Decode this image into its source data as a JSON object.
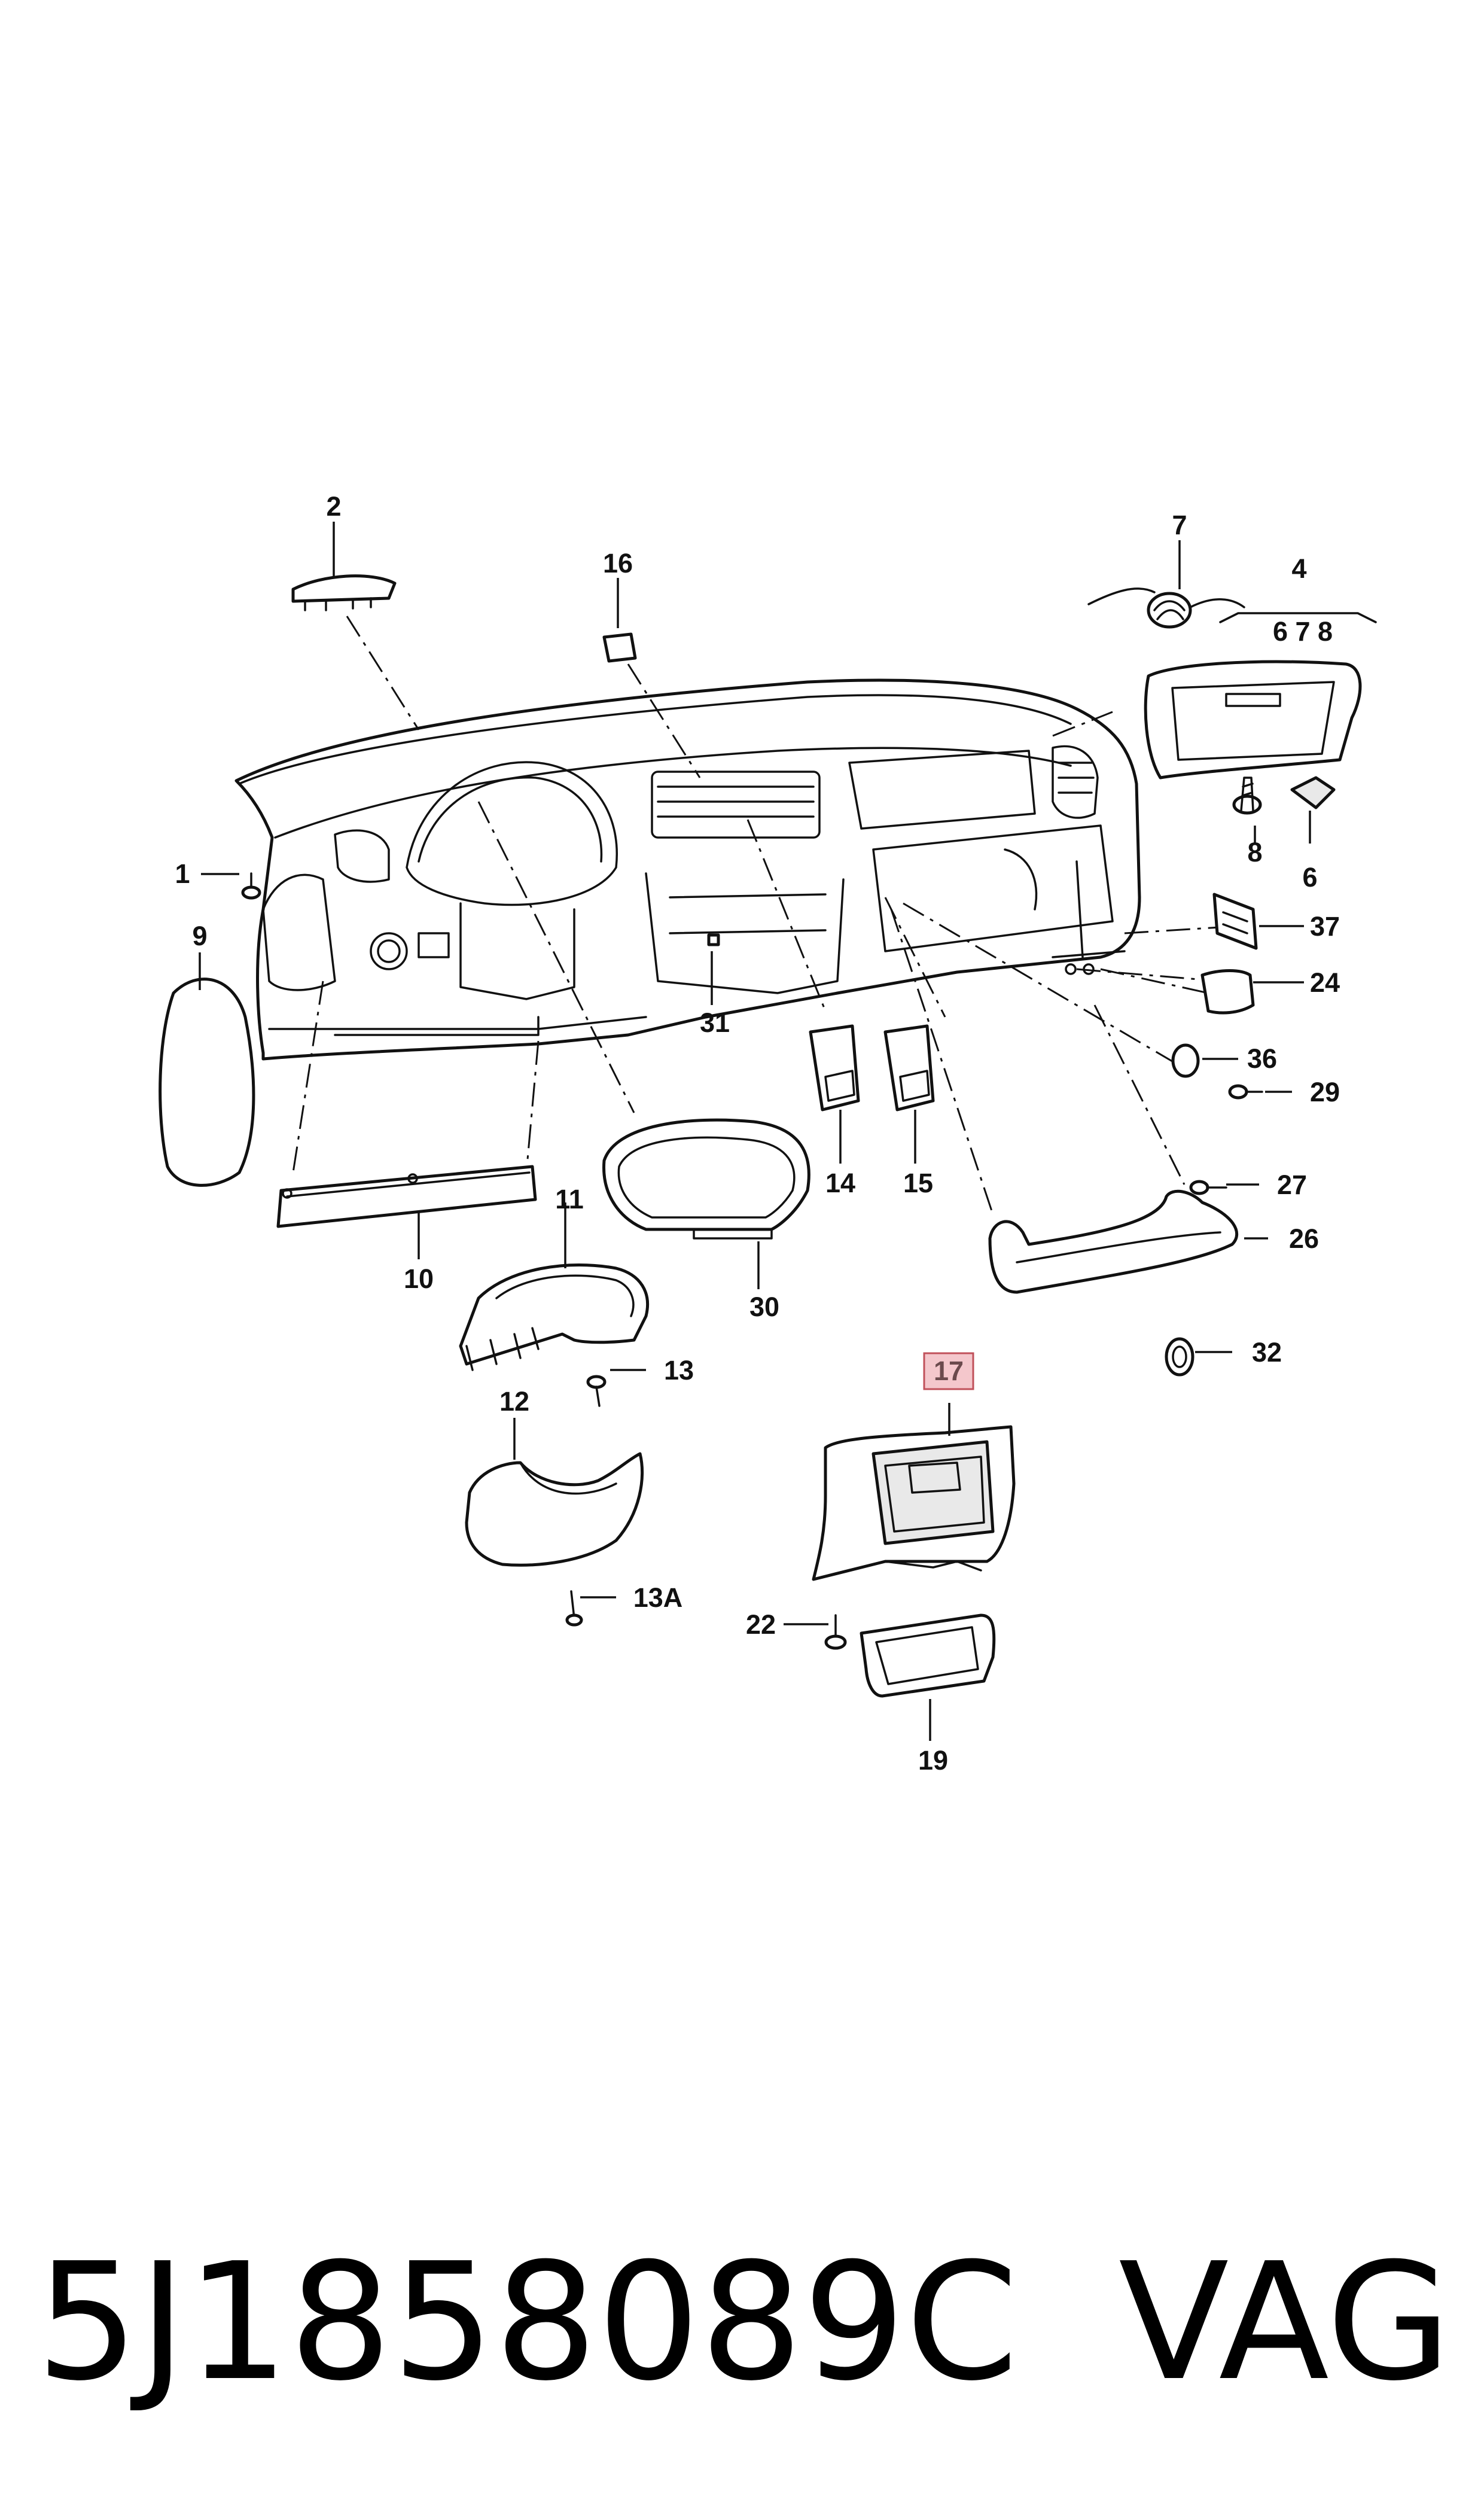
{
  "diagram": {
    "callouts": [
      {
        "id": "c1",
        "text": "1"
      },
      {
        "id": "c2",
        "text": "2"
      },
      {
        "id": "c4",
        "text": "4"
      },
      {
        "id": "c4sub",
        "text": "6 7 8"
      },
      {
        "id": "c6",
        "text": "6"
      },
      {
        "id": "c7",
        "text": "7"
      },
      {
        "id": "c8",
        "text": "8"
      },
      {
        "id": "c9",
        "text": "9"
      },
      {
        "id": "c10",
        "text": "10"
      },
      {
        "id": "c11",
        "text": "11"
      },
      {
        "id": "c12",
        "text": "12"
      },
      {
        "id": "c13",
        "text": "13"
      },
      {
        "id": "c13a",
        "text": "13A"
      },
      {
        "id": "c14",
        "text": "14"
      },
      {
        "id": "c15",
        "text": "15"
      },
      {
        "id": "c16",
        "text": "16"
      },
      {
        "id": "c17",
        "text": "17"
      },
      {
        "id": "c19",
        "text": "19"
      },
      {
        "id": "c22",
        "text": "22"
      },
      {
        "id": "c24",
        "text": "24"
      },
      {
        "id": "c26",
        "text": "26"
      },
      {
        "id": "c27",
        "text": "27"
      },
      {
        "id": "c29",
        "text": "29"
      },
      {
        "id": "c30",
        "text": "30"
      },
      {
        "id": "c31",
        "text": "31"
      },
      {
        "id": "c32",
        "text": "32"
      },
      {
        "id": "c36",
        "text": "36"
      },
      {
        "id": "c37",
        "text": "37"
      }
    ],
    "highlighted_callout": "17",
    "highlight_color": "#f4c7cc",
    "highlight_border_color": "#c0505a"
  },
  "footer": {
    "part_number": "5J1858089C",
    "brand": "VAG"
  }
}
